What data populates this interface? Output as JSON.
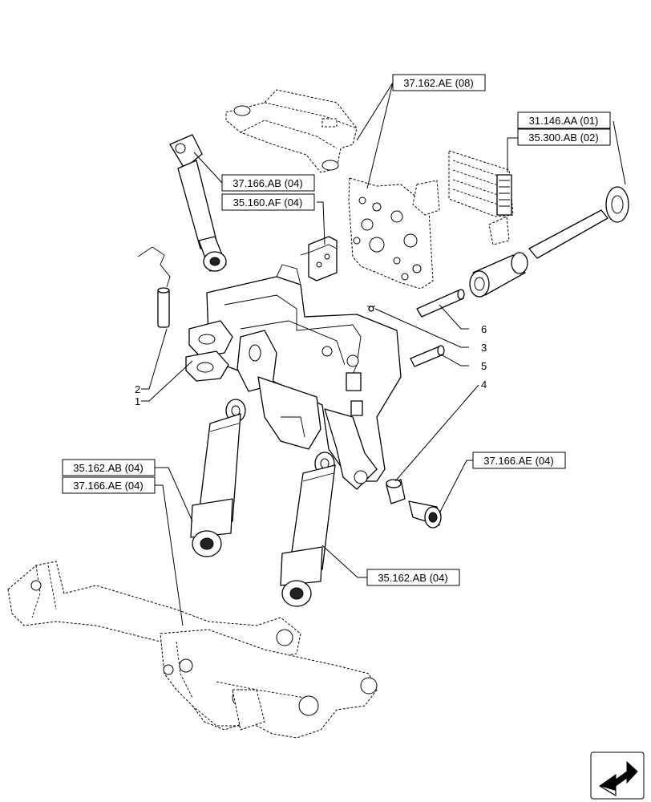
{
  "diagram": {
    "references": [
      {
        "id": "ref-37-162-ae-08",
        "text": "37.162.AE (08)"
      },
      {
        "id": "ref-31-146-aa-01",
        "text": "31.146.AA (01)"
      },
      {
        "id": "ref-35-300-ab-02",
        "text": "35.300.AB (02)"
      },
      {
        "id": "ref-37-166-ab-04",
        "text": "37.166.AB (04)"
      },
      {
        "id": "ref-35-160-af-04",
        "text": "35.160.AF (04)"
      },
      {
        "id": "ref-35-162-ab-04-left",
        "text": "35.162.AB (04)"
      },
      {
        "id": "ref-37-166-ae-04-left",
        "text": "37.166.AE (04)"
      },
      {
        "id": "ref-37-166-ae-04-right",
        "text": "37.166.AE (04)"
      },
      {
        "id": "ref-35-162-ab-04-bottom",
        "text": "35.162.AB (04)"
      }
    ],
    "callouts": [
      "1",
      "2",
      "3",
      "4",
      "5",
      "6"
    ],
    "nav_icon": "next-page-arrow-icon"
  }
}
